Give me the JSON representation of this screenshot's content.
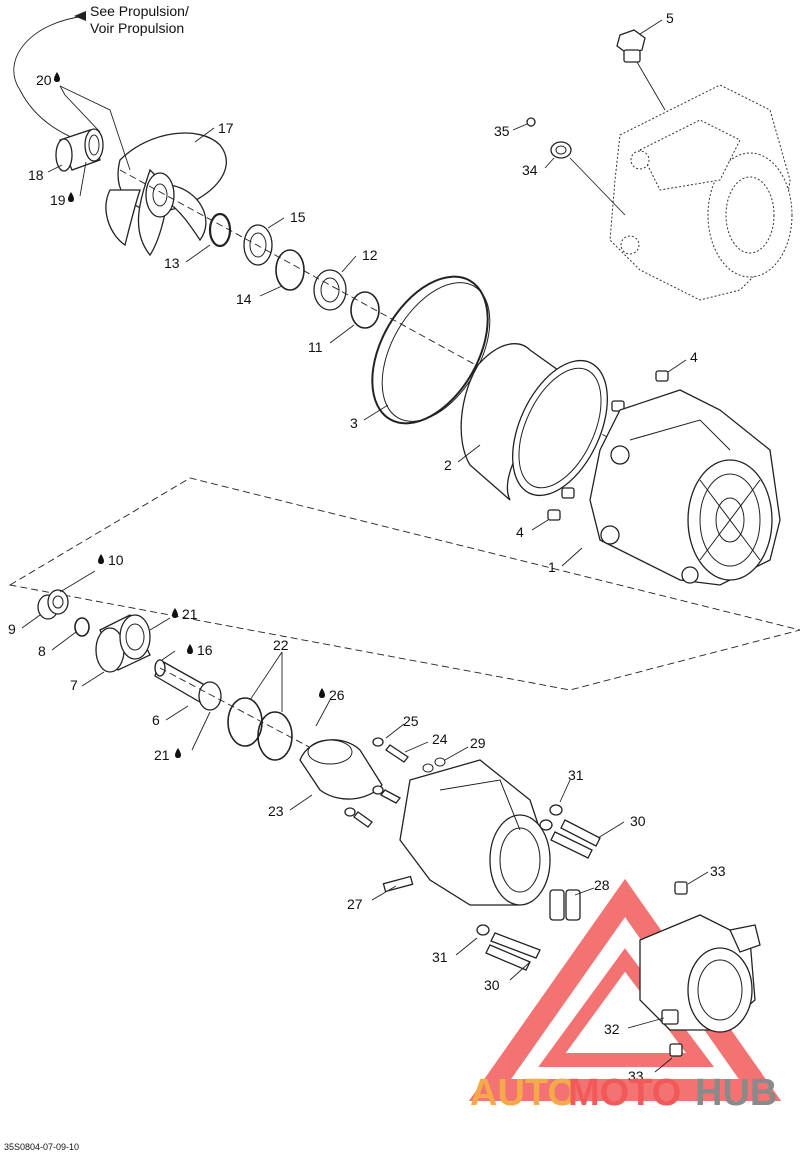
{
  "diagram": {
    "note_line1": "See Propulsion/",
    "note_line2": "Voir Propulsion",
    "drawing_code": "35S0804-07-09-10",
    "watermark": {
      "part1": "AUTO",
      "part2": "MOTO",
      "part3": "HUB",
      "color_auto": "#f4a94a",
      "color_moto": "#f25a5a",
      "color_hub": "#8a8a8a",
      "triangle_color": "#f25a5a"
    },
    "labels": [
      {
        "id": "l20",
        "text": "20",
        "drop": true
      },
      {
        "id": "l17",
        "text": "17",
        "drop": false
      },
      {
        "id": "l18",
        "text": "18",
        "drop": false
      },
      {
        "id": "l19",
        "text": "19",
        "drop": true
      },
      {
        "id": "l13",
        "text": "13",
        "drop": false
      },
      {
        "id": "l15",
        "text": "15",
        "drop": false
      },
      {
        "id": "l14",
        "text": "14",
        "drop": false
      },
      {
        "id": "l12",
        "text": "12",
        "drop": false
      },
      {
        "id": "l11",
        "text": "11",
        "drop": false
      },
      {
        "id": "l3",
        "text": "3",
        "drop": false
      },
      {
        "id": "l2",
        "text": "2",
        "drop": false
      },
      {
        "id": "l4a",
        "text": "4",
        "drop": false
      },
      {
        "id": "l4b",
        "text": "4",
        "drop": false
      },
      {
        "id": "l1",
        "text": "1",
        "drop": false
      },
      {
        "id": "l5",
        "text": "5",
        "drop": false
      },
      {
        "id": "l35",
        "text": "35",
        "drop": false
      },
      {
        "id": "l34",
        "text": "34",
        "drop": false
      },
      {
        "id": "l10",
        "text": "10",
        "drop": true
      },
      {
        "id": "l9",
        "text": "9",
        "drop": false
      },
      {
        "id": "l21a",
        "text": "21",
        "drop": true
      },
      {
        "id": "l8",
        "text": "8",
        "drop": false
      },
      {
        "id": "l16",
        "text": "16",
        "drop": true
      },
      {
        "id": "l7",
        "text": "7",
        "drop": false
      },
      {
        "id": "l22",
        "text": "22",
        "drop": false
      },
      {
        "id": "l6",
        "text": "6",
        "drop": false
      },
      {
        "id": "l26",
        "text": "26",
        "drop": true
      },
      {
        "id": "l21b",
        "text": "21",
        "drop": true
      },
      {
        "id": "l25",
        "text": "25",
        "drop": false
      },
      {
        "id": "l24",
        "text": "24",
        "drop": false
      },
      {
        "id": "l29",
        "text": "29",
        "drop": false
      },
      {
        "id": "l23",
        "text": "23",
        "drop": false
      },
      {
        "id": "l31a",
        "text": "31",
        "drop": false
      },
      {
        "id": "l30a",
        "text": "30",
        "drop": false
      },
      {
        "id": "l28",
        "text": "28",
        "drop": false
      },
      {
        "id": "l27",
        "text": "27",
        "drop": false
      },
      {
        "id": "l33a",
        "text": "33",
        "drop": false
      },
      {
        "id": "l31b",
        "text": "31",
        "drop": false
      },
      {
        "id": "l30b",
        "text": "30",
        "drop": false
      },
      {
        "id": "l32",
        "text": "32",
        "drop": false
      },
      {
        "id": "l33b",
        "text": "33",
        "drop": false
      }
    ]
  }
}
